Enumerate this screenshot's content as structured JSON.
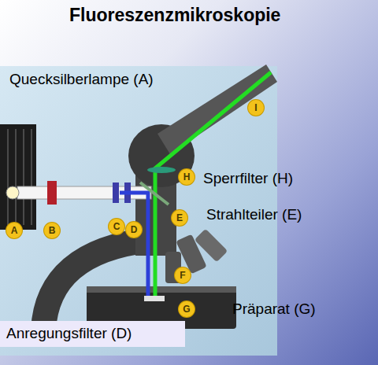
{
  "diagram": {
    "title": "Fluoreszenzmikroskopie",
    "nodes": [
      {
        "text": [
          "Anregungsfilter (D)"
        ]
      }
    ],
    "labels": [
      "Quecksilberlampe (A)",
      "I",
      "H",
      "Sperrfilter (H)",
      "E",
      "Strahlteiler (E)",
      "A",
      "B",
      "C",
      "D",
      "F",
      "G",
      "Präparat (G)"
    ]
  }
}
